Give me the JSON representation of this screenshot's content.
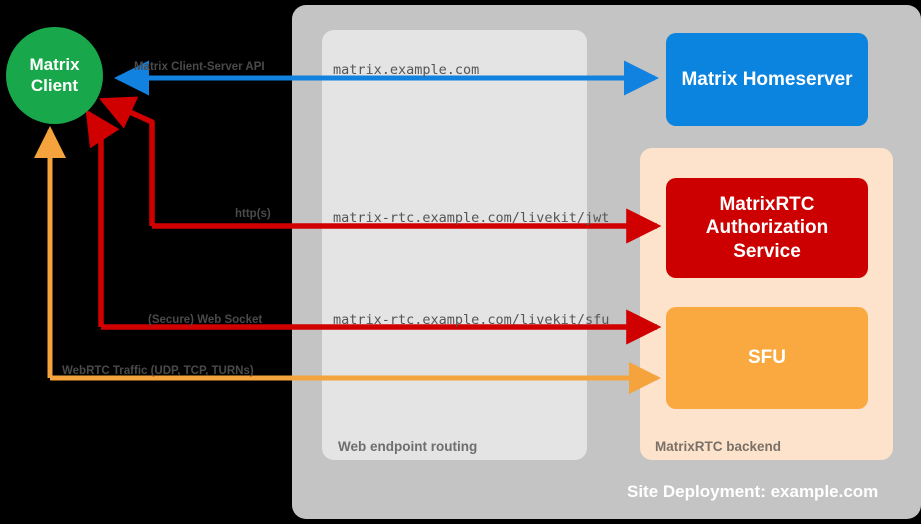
{
  "diagram": {
    "title": "Site Deployment: example.com",
    "colors": {
      "background": "#000000",
      "site_panel": "#c4c4c4",
      "routing_panel": "#e4e4e4",
      "backend_panel": "#fde3cb",
      "client": "#18a84b",
      "homeserver": "#0b84e0",
      "auth_service": "#cc0000",
      "sfu": "#faa941",
      "arrow_blue": "#1182e0",
      "arrow_red": "#d10000",
      "arrow_orange": "#f5a33c"
    }
  },
  "nodes": {
    "client": {
      "label_line1": "Matrix",
      "label_line2": "Client"
    },
    "homeserver": {
      "label": "Matrix Homeserver"
    },
    "auth_service": {
      "label_line1": "MatrixRTC",
      "label_line2": "Authorization",
      "label_line3": "Service"
    },
    "sfu": {
      "label": "SFU"
    }
  },
  "panels": {
    "site": {
      "caption": "Site Deployment: example.com"
    },
    "routing": {
      "caption": "Web endpoint routing"
    },
    "backend": {
      "caption": "MatrixRTC backend"
    }
  },
  "endpoints": [
    {
      "domain": "matrix.example.com"
    },
    {
      "domain": "matrix-rtc.example.com/livekit/jwt"
    },
    {
      "domain": "matrix-rtc.example.com/livekit/sfu"
    }
  ],
  "connections": [
    {
      "protocol": "Matrix Client-Server API",
      "domain": "matrix.example.com",
      "color": "#1182e0",
      "from": "Matrix Client",
      "to": "Matrix Homeserver",
      "direction": "bidirectional"
    },
    {
      "protocol": "http(s)",
      "domain": "matrix-rtc.example.com/livekit/jwt",
      "color": "#d10000",
      "from": "Matrix Client",
      "to": "MatrixRTC Authorization Service",
      "direction": "bidirectional"
    },
    {
      "protocol": "(Secure) Web Socket",
      "domain": "matrix-rtc.example.com/livekit/sfu",
      "color": "#d10000",
      "from": "Matrix Client",
      "to": "SFU",
      "direction": "bidirectional"
    },
    {
      "protocol": "WebRTC Traffic (UDP, TCP, TURNs)",
      "domain": "",
      "color": "#f5a33c",
      "from": "Matrix Client",
      "to": "SFU",
      "direction": "bidirectional"
    }
  ]
}
